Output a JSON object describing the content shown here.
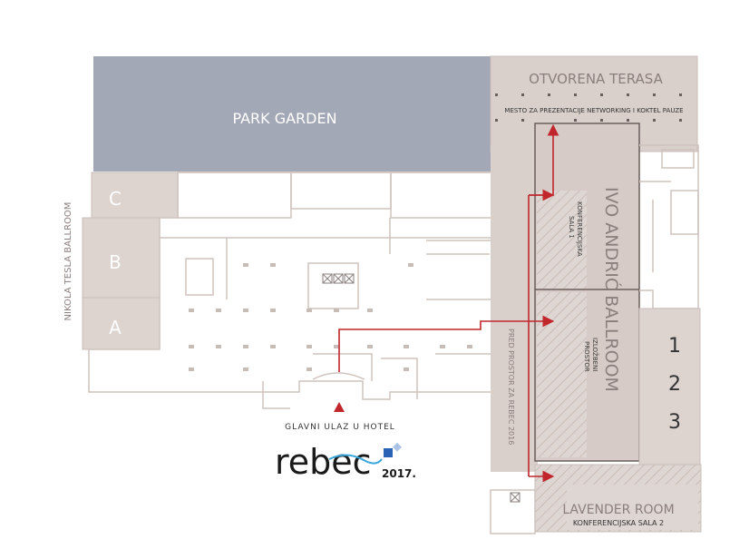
{
  "map": {
    "park_garden": "PARK GARDEN",
    "otvorena_terasa": "OTVORENA TERASA",
    "networking_note": "MESTO ZA PREZENTACIJE NETWORKING I KOKTEL PAUZE",
    "ivo_andric_ballroom": "IVO ANDRIĆ BALLROOM",
    "sala1_line1": "KONFERENCIJSKA",
    "sala1_line2": "SALA 1",
    "exhibition_line1": "IZLOŽBENI",
    "exhibition_line2": "PROSTOR",
    "pre_space": "PRED PROSTOR ZA REBEC 2016",
    "tesla_ballroom": "NIKOLA TESLA BALLROOM",
    "room_c": "C",
    "room_b": "B",
    "room_a": "A",
    "room_1": "1",
    "room_2": "2",
    "room_3": "3",
    "lavender_room": "LAVENDER ROOM",
    "sala2": "KONFERENCIJSKA SALA 2",
    "main_entrance": "GLAVNI ULAZ U HOTEL",
    "logo_text": "rebec",
    "logo_year": "2017."
  },
  "colors": {
    "park": "#a3a8b6",
    "wall": "#c9bdb8",
    "room_fill": "#ddd3cf",
    "route": "#c0262c"
  }
}
